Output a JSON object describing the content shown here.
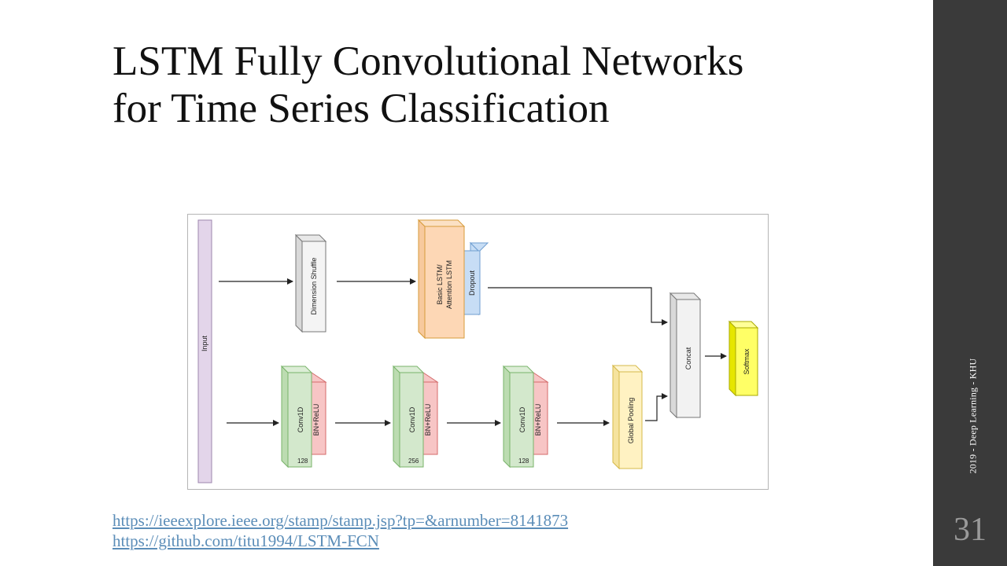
{
  "slide": {
    "title_line1": "LSTM Fully Convolutional Networks",
    "title_line2": "for Time Series Classification",
    "links": [
      "https://ieeexplore.ieee.org/stamp/stamp.jsp?tp=&arnumber=8141873",
      "https://github.com/titu1994/LSTM-FCN"
    ],
    "footer": "2019 - Deep Learning - KHU",
    "page_number": "31"
  },
  "diagram": {
    "input": "Input",
    "dimension_shuffle": "Dimension Shuffle",
    "lstm_line1": "Basic LSTM/",
    "lstm_line2": "Attention LSTM",
    "dropout": "Dropout",
    "conv_label": "Conv1D",
    "bn_label": "BN+ReLU",
    "conv_filters": [
      "128",
      "256",
      "128"
    ],
    "global_pooling": "Global Pooling",
    "concat": "Concat",
    "softmax": "Softmax"
  },
  "colors": {
    "sidebar": "#3a3a3a",
    "link": "#5b8db8",
    "input_block": "#e3d5ea",
    "lstm_block": "#fdd7b5",
    "dropout_block": "#c7ddf5",
    "conv_block": "#d3e8cc",
    "bn_block": "#f7c5c5",
    "pooling_block": "#fff2c2",
    "softmax_block": "#ffff66",
    "gray_block": "#f2f2f2"
  }
}
